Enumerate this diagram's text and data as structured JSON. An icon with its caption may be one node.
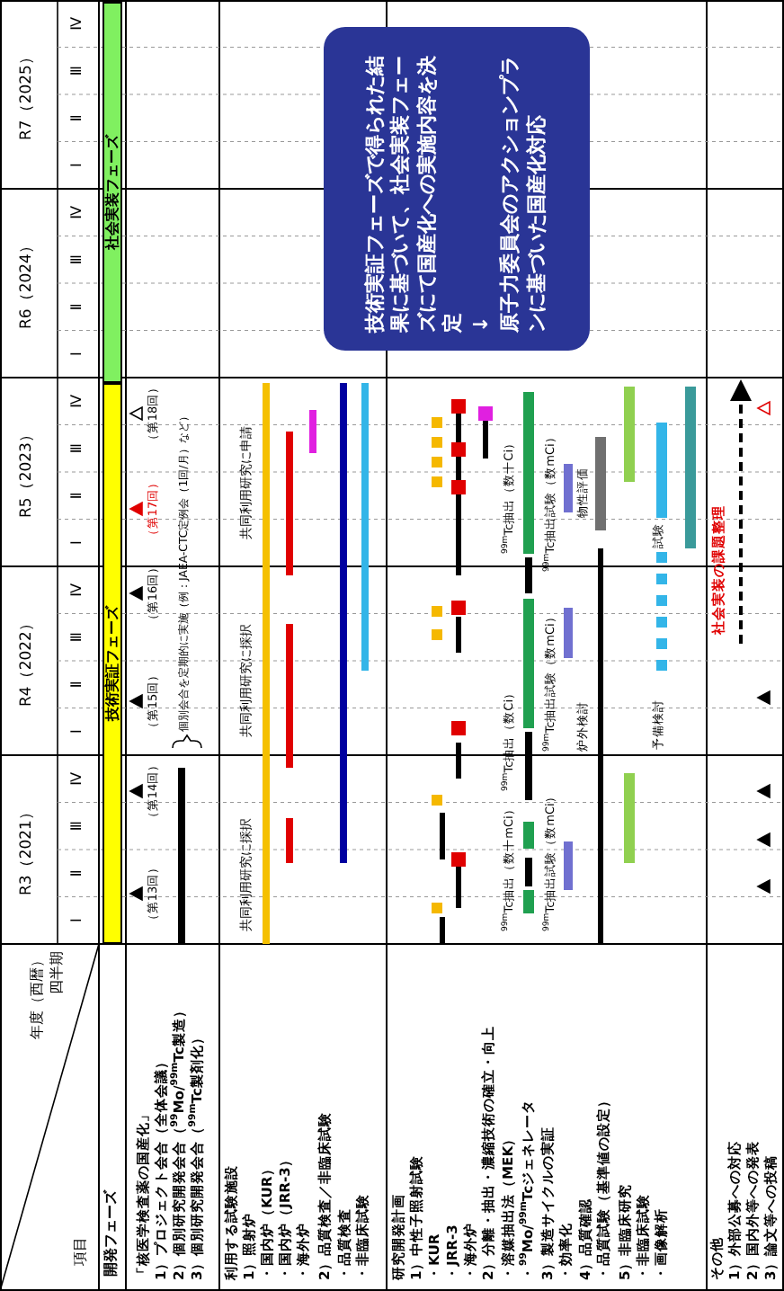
{
  "diagram": {
    "nodes": [
      {
        "text": [
          "技術実証フェーズで得られた結果に基づいて、社会実装フェーズにて国産化への実施内容を決定",
          "↓",
          "原子力委員会のアクションプランに基づいた国産化対応"
        ]
      }
    ],
    "labels": [
      "年度（西暦）",
      "四半期",
      "項目",
      "R3（2021）",
      "R4（2022）",
      "R5（2023）",
      "R6（2024）",
      "R7（2025）",
      "Ⅰ",
      "Ⅱ",
      "Ⅲ",
      "Ⅳ",
      "Ⅰ",
      "Ⅱ",
      "Ⅲ",
      "Ⅳ",
      "Ⅰ",
      "Ⅱ",
      "Ⅲ",
      "Ⅳ",
      "Ⅰ",
      "Ⅱ",
      "Ⅲ",
      "Ⅳ",
      "Ⅰ",
      "Ⅱ",
      "Ⅲ",
      "Ⅳ",
      "開発フェーズ",
      "技術実証フェーズ",
      "社会実装フェーズ",
      "「核医学検査薬の国産化」",
      "1）プロジェクト会合（全体会議）",
      "2）個別研究開発会合（$^{99}$Mo/$^{99m}$Tc製造）",
      "3）個別研究開発会合（$^{99m}$Tc製剤化）",
      "（第13回）",
      "（第14回）",
      "（第15回）",
      "（第16回）",
      "（第17回）",
      "（第18回）",
      "個別会合を定期的に実施（例：JAEA-CTC定例会（1回/月）など）",
      "利用する試験施設",
      "1）照射炉",
      "・国内炉（KUR）",
      "・国内炉（JRR-3）",
      "・海外炉",
      "2）品質検査／非臨床試験",
      "・品質検査",
      "・非臨床試験",
      "共同利用研究に採択",
      "共同利用研究に採択",
      "共同利用研究に申請",
      "研究開発計画",
      "1）中性子照射試験",
      "・KUR",
      "・JRR-3",
      "・海外炉",
      "2）分離・抽出・濃縮技術の確立・向上",
      "・溶媒抽出法（MEK）",
      "・$^{99}$Mo/$^{99m}$Tcジェネレータ",
      "3）製造サイクルの実証",
      "・効率化",
      "4）品質確認",
      "・品質試験（基準値の設定）",
      "5）非臨床研究",
      "・非臨床試験",
      "・画像解析",
      "$^{99m}$Tc抽出（数十mCi）",
      "$^{99m}$Tc抽出（数Ci）",
      "$^{99m}$Tc抽出（数十Ci）",
      "$^{99m}$Tc抽出試験（数mCi）",
      "$^{99m}$Tc抽出試験（数mCi）",
      "$^{99m}$Tc抽出試験（数mCi）",
      "炉外検討",
      "物性評価",
      "予備検討",
      "試験",
      "その他",
      "1）外部公募への対応",
      "2）国内外等への発表",
      "3）論文等への投稿",
      "社会実装の課題整理"
    ]
  }
}
